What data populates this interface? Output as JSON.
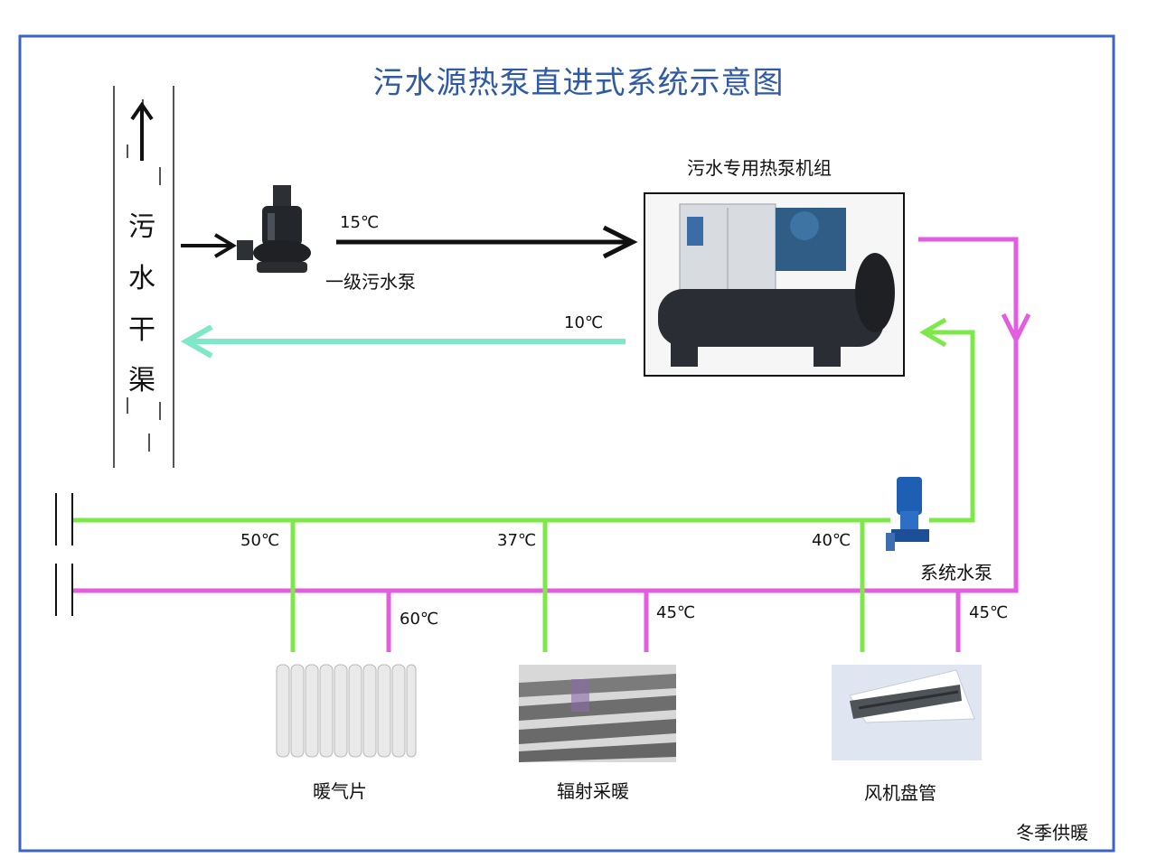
{
  "title": "污水源热泵直进式系统示意图",
  "channel": {
    "chars": [
      "污",
      "水",
      "干",
      "渠"
    ]
  },
  "labels": {
    "heat_pump_unit": "污水专用热泵机组",
    "primary_pump": "一级污水泵",
    "system_pump": "系统水泵",
    "radiator": "暖气片",
    "radiant_floor": "辐射采暖",
    "fan_coil": "风机盘管",
    "season": "冬季供暖"
  },
  "temperatures": {
    "supply_in": "15℃",
    "return_out": "10℃",
    "radiator_return": "50℃",
    "radiator_supply": "60℃",
    "floor_return": "37℃",
    "floor_supply": "45℃",
    "fancoil_return": "40℃",
    "fancoil_supply": "45℃"
  },
  "colors": {
    "title": "#2f5aa8",
    "border": "#3b63c4",
    "return_pipe": "#7de84a",
    "supply_pipe": "#e25de0",
    "sewage_return": "#7fe8c8",
    "sewage_supply": "#111111"
  }
}
